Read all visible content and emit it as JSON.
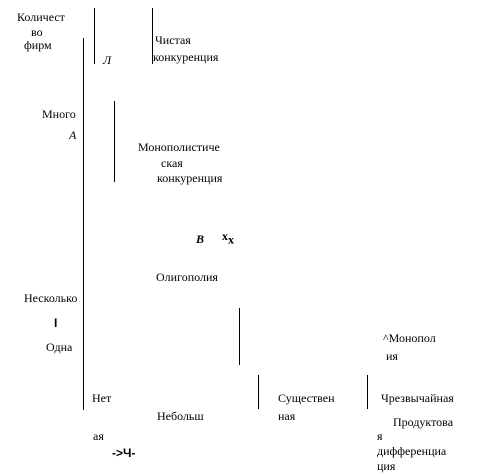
{
  "axes": {
    "y_title": [
      "Количест",
      "во",
      "фирм"
    ],
    "x_title": [
      "Продуктова",
      "я",
      "дифференциа",
      "ция"
    ]
  },
  "y_levels": {
    "many": "Много",
    "several": "Несколько",
    "marker": "I",
    "one": "Одна"
  },
  "x_levels": {
    "none": "Нет",
    "small": [
      "Небольш",
      "ая"
    ],
    "significant": [
      "Существен",
      "ная"
    ],
    "extreme": "Чрезвычайная"
  },
  "regions": {
    "pure_competition": [
      "Чистая",
      "конкуренция"
    ],
    "monopolistic_competition": [
      "Монополистиче",
      "ская",
      "конкуренция"
    ],
    "oligopoly": "Олигополия",
    "monopoly": [
      "^Монопол",
      "ия"
    ]
  },
  "points": {
    "a_top": "Л",
    "a": "А",
    "b": "В",
    "x": "x",
    "x_sub": "x"
  },
  "arrow_text": "->Ч-"
}
